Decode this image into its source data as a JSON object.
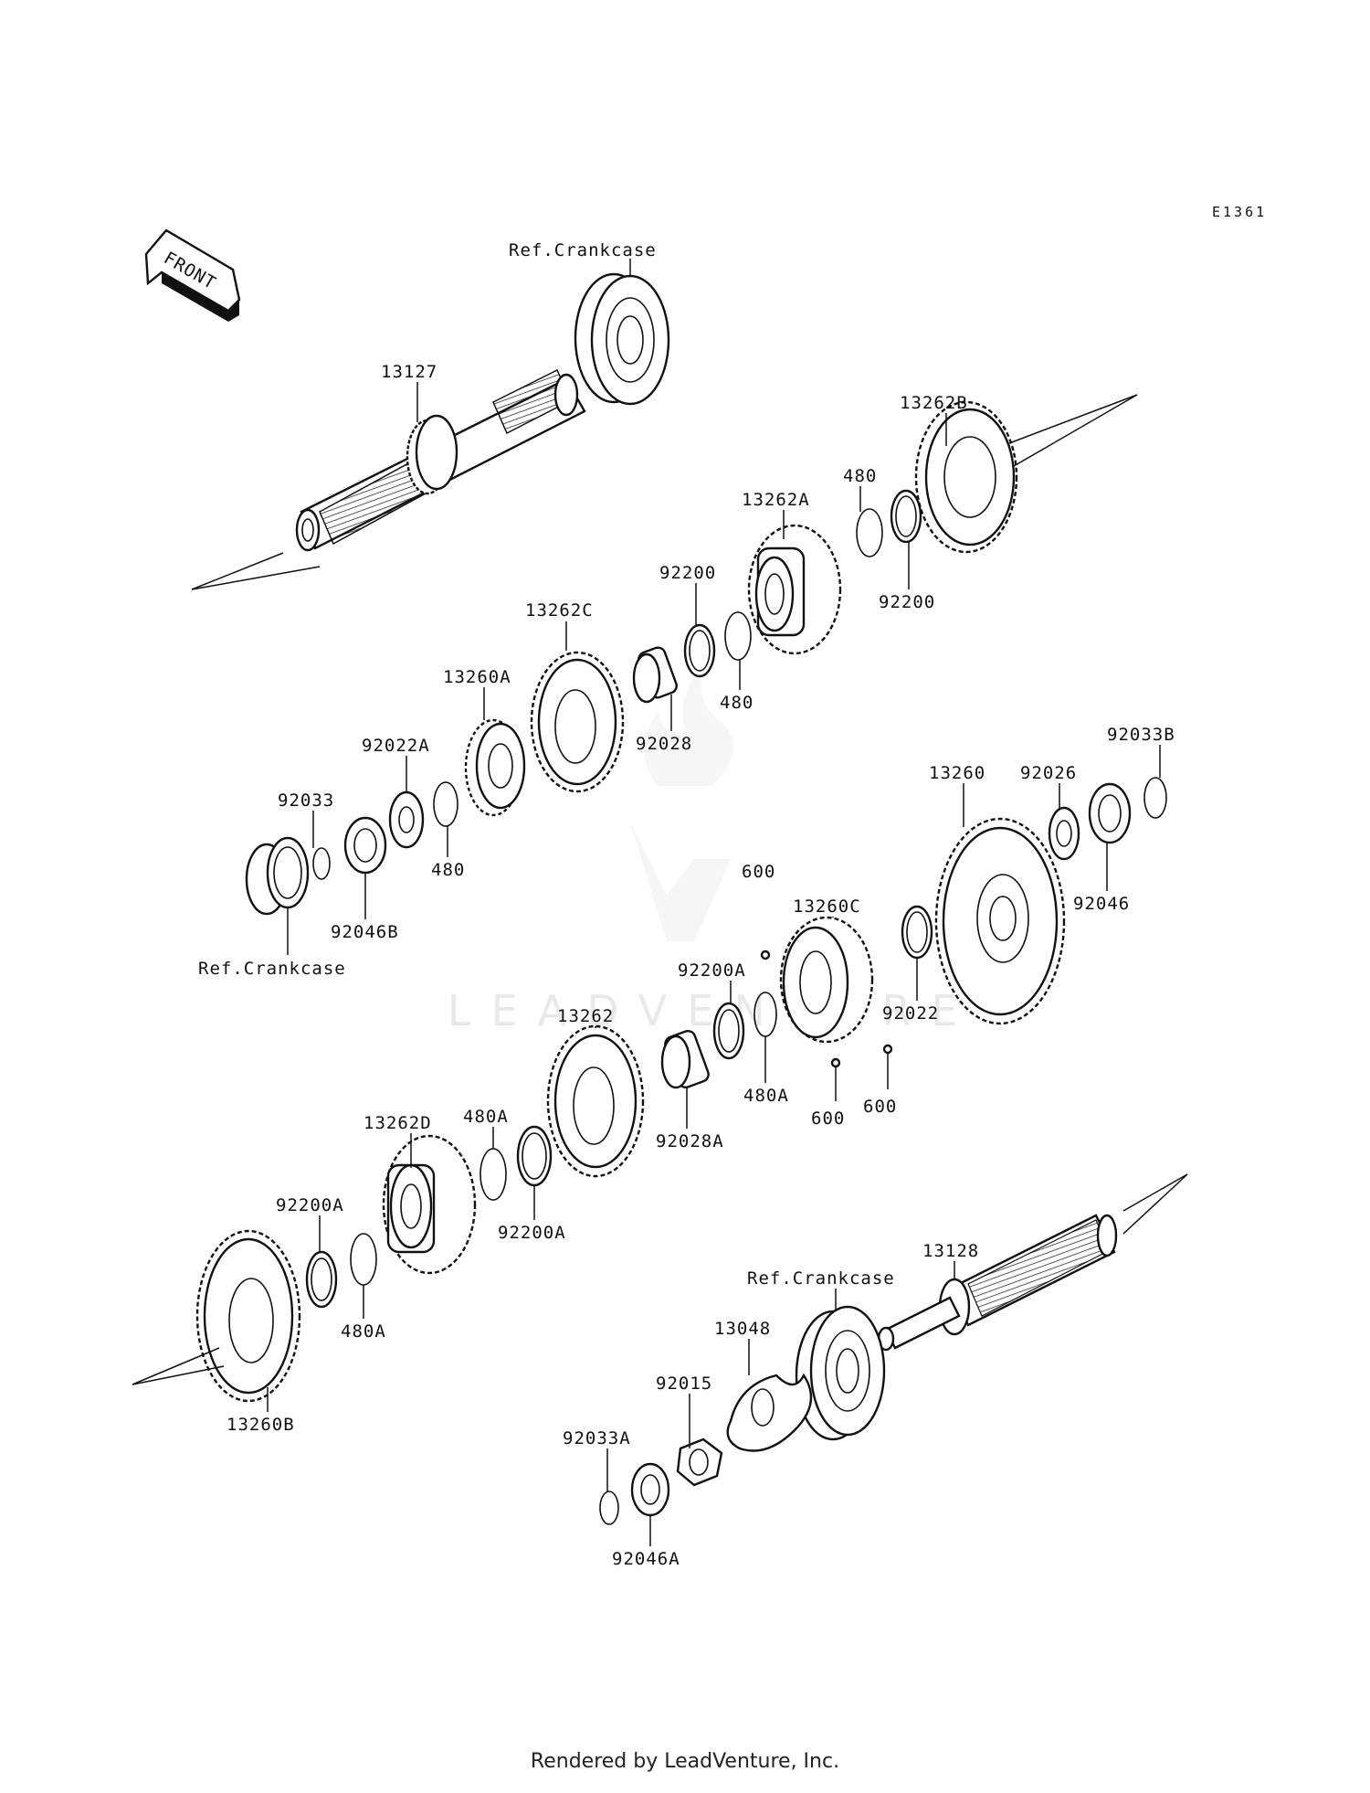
{
  "diagram_code": "E1361",
  "front_label": "FRONT",
  "watermark": "LEADVENTURE",
  "footer": "Rendered by LeadVenture, Inc.",
  "labels": {
    "ref_crankcase_top": "Ref.Crankcase",
    "p13127": "13127",
    "p13262B": "13262B",
    "p13262A": "13262A",
    "p480_a": "480",
    "p92200_b": "92200",
    "p92200_a": "92200",
    "p480_b": "480",
    "p13262C": "13262C",
    "p92028": "92028",
    "p13260A": "13260A",
    "p92022A": "92022A",
    "p92033": "92033",
    "p480_c": "480",
    "p92046B": "92046B",
    "ref_crankcase_left": "Ref.Crankcase",
    "p13260": "13260",
    "p92026": "92026",
    "p92033B": "92033B",
    "p92046": "92046",
    "p600_a": "600",
    "p13260C": "13260C",
    "p92022": "92022",
    "p92200A_a": "92200A",
    "p13262": "13262",
    "p480A_a": "480A",
    "p600_b": "600",
    "p600_c": "600",
    "p92028A": "92028A",
    "p13262D": "13262D",
    "p480A_b": "480A",
    "p92200A_b": "92200A",
    "p92200A_c": "92200A",
    "p480A_c": "480A",
    "p13260B": "13260B",
    "p13128": "13128",
    "ref_crankcase_bottom": "Ref.Crankcase",
    "p13048": "13048",
    "p92015": "92015",
    "p92033A": "92033A",
    "p92046A": "92046A"
  }
}
